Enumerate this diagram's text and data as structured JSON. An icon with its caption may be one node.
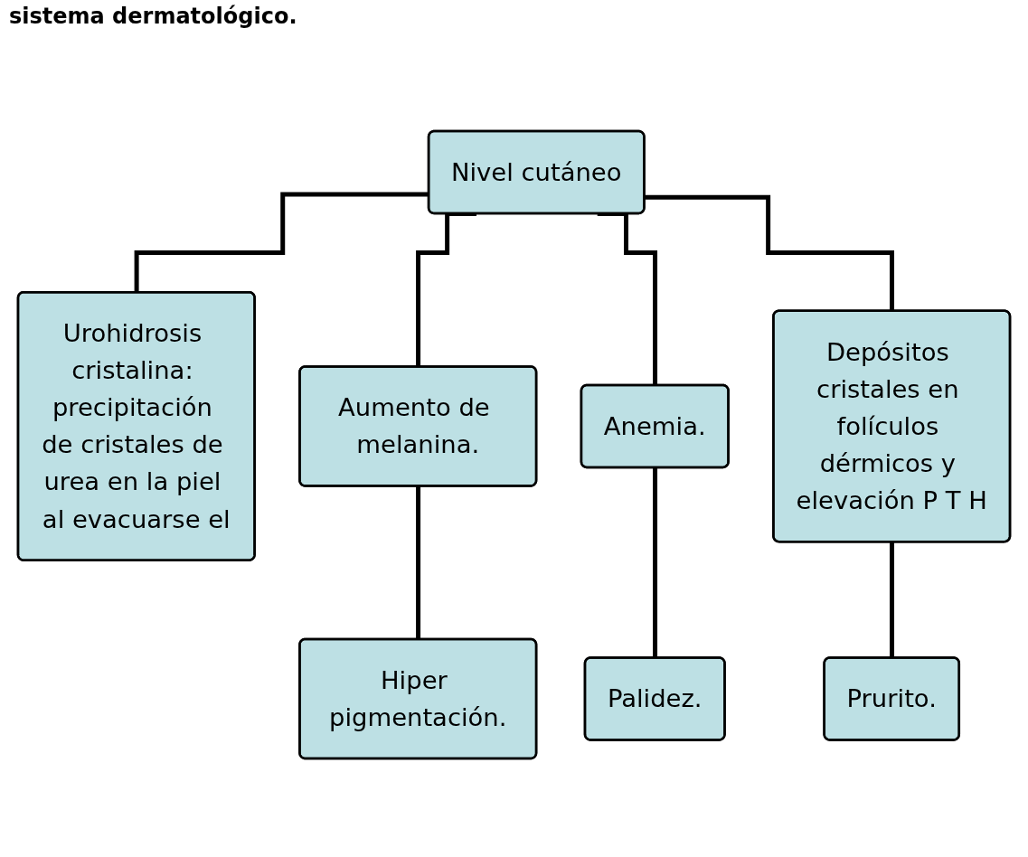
{
  "diagram": {
    "title": "sistema dermatológico.",
    "nodes": [
      {
        "text": [
          "Nivel cutáneo"
        ]
      },
      {
        "text": [
          "Urohidrosis cristalina: precipitación de cristales de urea en la piel al evacuarse el"
        ]
      },
      {
        "text": [
          "Aumento de melanina."
        ]
      },
      {
        "text": [
          "Anemia."
        ]
      },
      {
        "text": [
          "Depósitos cristales en folículos dérmicos y elevación P T H"
        ]
      },
      {
        "text": [
          "Hiper pigmentación."
        ]
      },
      {
        "text": [
          "Palidez."
        ]
      },
      {
        "text": [
          "Prurito."
        ]
      }
    ],
    "edges": [
      {
        "from": 0,
        "to": 1,
        "arrow": "none"
      },
      {
        "from": 0,
        "to": 2,
        "arrow": "none"
      },
      {
        "from": 0,
        "to": 3,
        "arrow": "none"
      },
      {
        "from": 0,
        "to": 4,
        "arrow": "none"
      },
      {
        "from": 2,
        "to": 5,
        "arrow": "none"
      },
      {
        "from": 3,
        "to": 6,
        "arrow": "none"
      },
      {
        "from": 4,
        "to": 7,
        "arrow": "none"
      }
    ]
  }
}
